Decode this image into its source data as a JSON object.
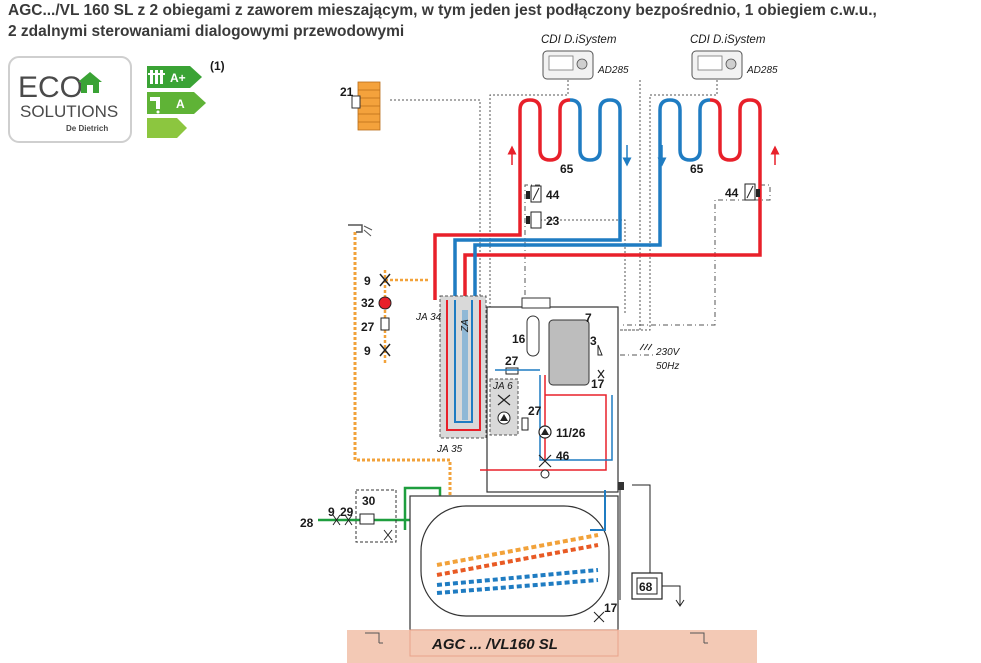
{
  "title": {
    "line1": "AGC.../VL 160 SL z 2 obiegami z zaworem mieszającym, w tym jeden jest podłączony bezpośrednio, 1 obiegiem c.w.u.,",
    "line2": "2 zdalnymi sterowaniami dialogowymi przewodowymi"
  },
  "eco": {
    "brand_top": "ECO",
    "brand_mid": "SOLUTIONS",
    "brand_bot": "De Dietrich",
    "rating_heating": "A+",
    "rating_dhw": "A",
    "footnote": "(1)"
  },
  "controls": [
    {
      "name": "CDI D.iSystem",
      "model": "AD285"
    },
    {
      "name": "CDI D.iSystem",
      "model": "AD285"
    }
  ],
  "labels": {
    "l21": "21",
    "l65a": "65",
    "l65b": "65",
    "l44a": "44",
    "l44b": "44",
    "l23": "23",
    "l9a": "9",
    "l32": "32",
    "l27a": "27",
    "l9b": "9",
    "l16": "16",
    "l7": "7",
    "l3": "3",
    "l27b": "27",
    "l17a": "17",
    "l27c": "27",
    "l1126": "11/26",
    "l46": "46",
    "l30": "30",
    "l29": "29",
    "l9c": "9",
    "l28": "28",
    "l17b": "17",
    "l68": "68",
    "ja34": "JA 34",
    "ja35": "JA 35",
    "ja6": "JA 6",
    "za": "ZA",
    "v230": "230V",
    "hz50": "50Hz"
  },
  "base_label": "AGC ... /VL160 SL",
  "colors": {
    "hot": "#e8202a",
    "cold": "#1f7cc2",
    "dhw": "#f2a23a",
    "green": "#1e9e3e",
    "eco_green": "#3aa335",
    "ground": "#f3c9b5",
    "brick": "#f4a23c"
  }
}
